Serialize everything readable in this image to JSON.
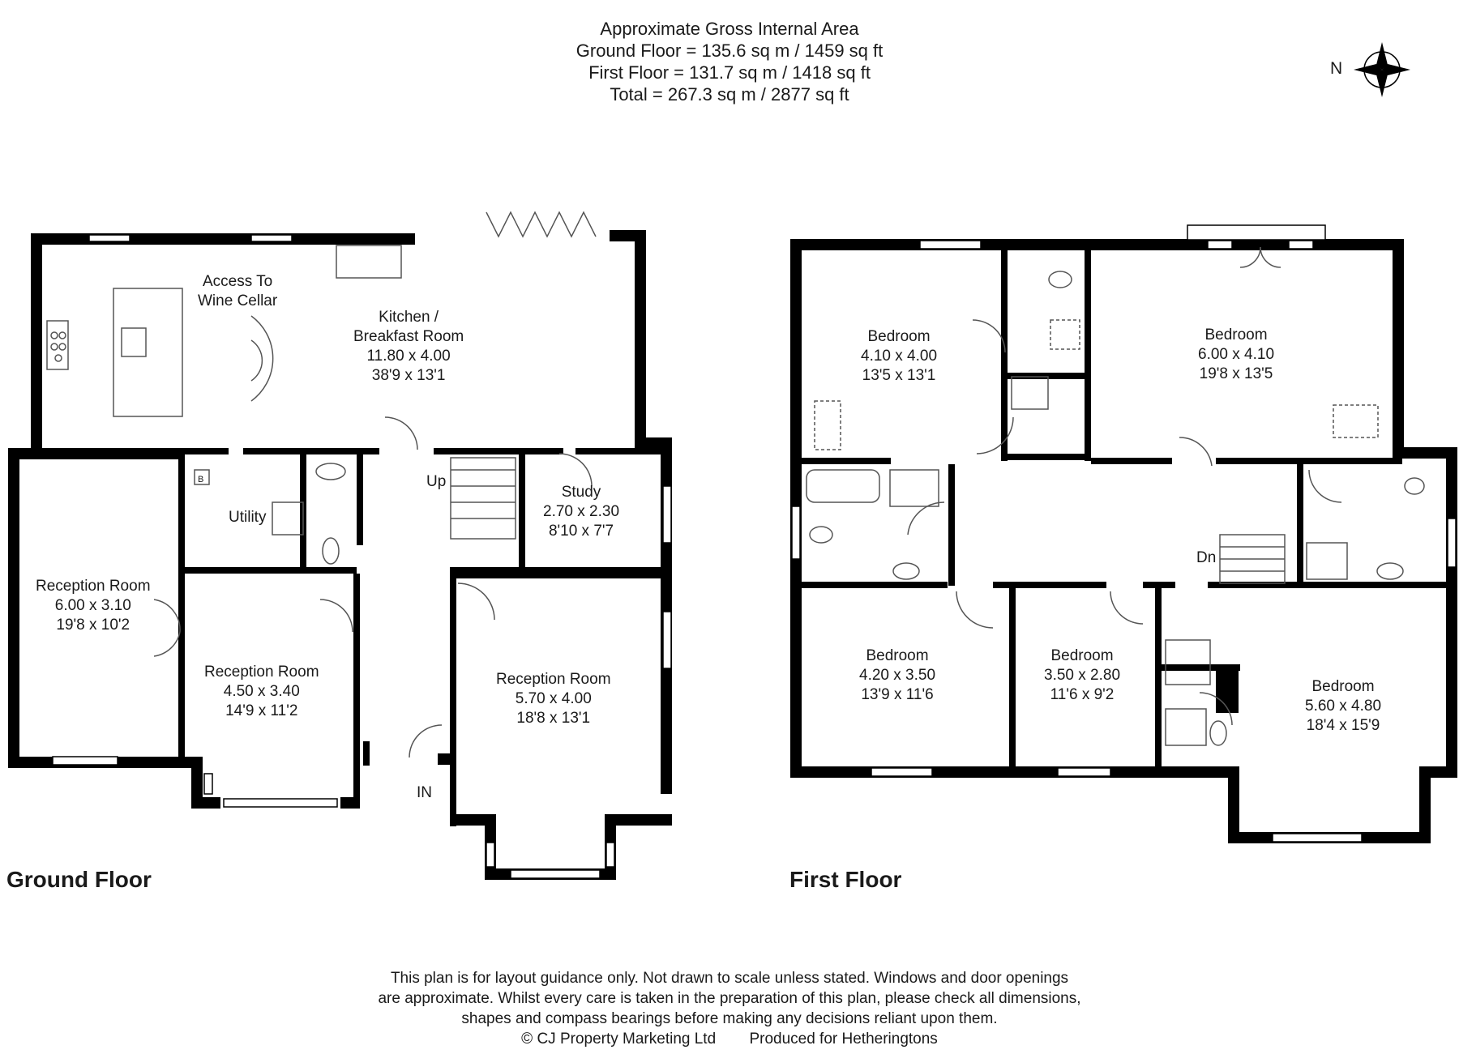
{
  "header": {
    "title": "Approximate Gross Internal Area",
    "ground_area": "Ground Floor = 135.6 sq m / 1459 sq ft",
    "first_area": "First Floor = 131.7 sq m / 1418 sq ft",
    "total_area": "Total = 267.3 sq m / 2877 sq ft"
  },
  "compass": {
    "label": "N"
  },
  "ground_floor": {
    "label": "Ground Floor",
    "rooms": [
      {
        "name": "Access To\nWine Cellar"
      },
      {
        "name": "Kitchen /\nBreakfast Room",
        "metric": "11.80 x 4.00",
        "imperial": "38'9 x 13'1"
      },
      {
        "name": "Study",
        "metric": "2.70 x 2.30",
        "imperial": "8'10 x 7'7"
      },
      {
        "name": "Utility"
      },
      {
        "name": "Reception Room",
        "metric": "6.00 x 3.10",
        "imperial": "19'8 x 10'2"
      },
      {
        "name": "Reception Room",
        "metric": "4.50 x 3.40",
        "imperial": "14'9 x 11'2"
      },
      {
        "name": "Reception Room",
        "metric": "5.70 x 4.00",
        "imperial": "18'8 x 13'1"
      }
    ],
    "stairs_label": "Up",
    "entrance_label": "IN",
    "boiler_label": "B"
  },
  "first_floor": {
    "label": "First Floor",
    "rooms": [
      {
        "name": "Bedroom",
        "metric": "4.10 x 4.00",
        "imperial": "13'5 x 13'1"
      },
      {
        "name": "Bedroom",
        "metric": "6.00 x 4.10",
        "imperial": "19'8 x 13'5"
      },
      {
        "name": "Bedroom",
        "metric": "4.20 x 3.50",
        "imperial": "13'9 x 11'6"
      },
      {
        "name": "Bedroom",
        "metric": "3.50 x 2.80",
        "imperial": "11'6 x 9'2"
      },
      {
        "name": "Bedroom",
        "metric": "5.60 x 4.80",
        "imperial": "18'4 x 15'9"
      }
    ],
    "stairs_label": "Dn"
  },
  "footer": {
    "disclaimer_1": "This plan is for layout guidance only. Not drawn to scale unless stated. Windows and door openings",
    "disclaimer_2": "are approximate. Whilst every care is taken in the preparation of this plan, please check all dimensions,",
    "disclaimer_3": "shapes and compass bearings before making any decisions reliant upon them.",
    "copyright": "© CJ Property Marketing Ltd",
    "produced_for": "Produced for Hetheringtons"
  },
  "colors": {
    "wall": "#000000",
    "background": "#ffffff",
    "text": "#1a1a1a",
    "fixture": "#555555"
  }
}
